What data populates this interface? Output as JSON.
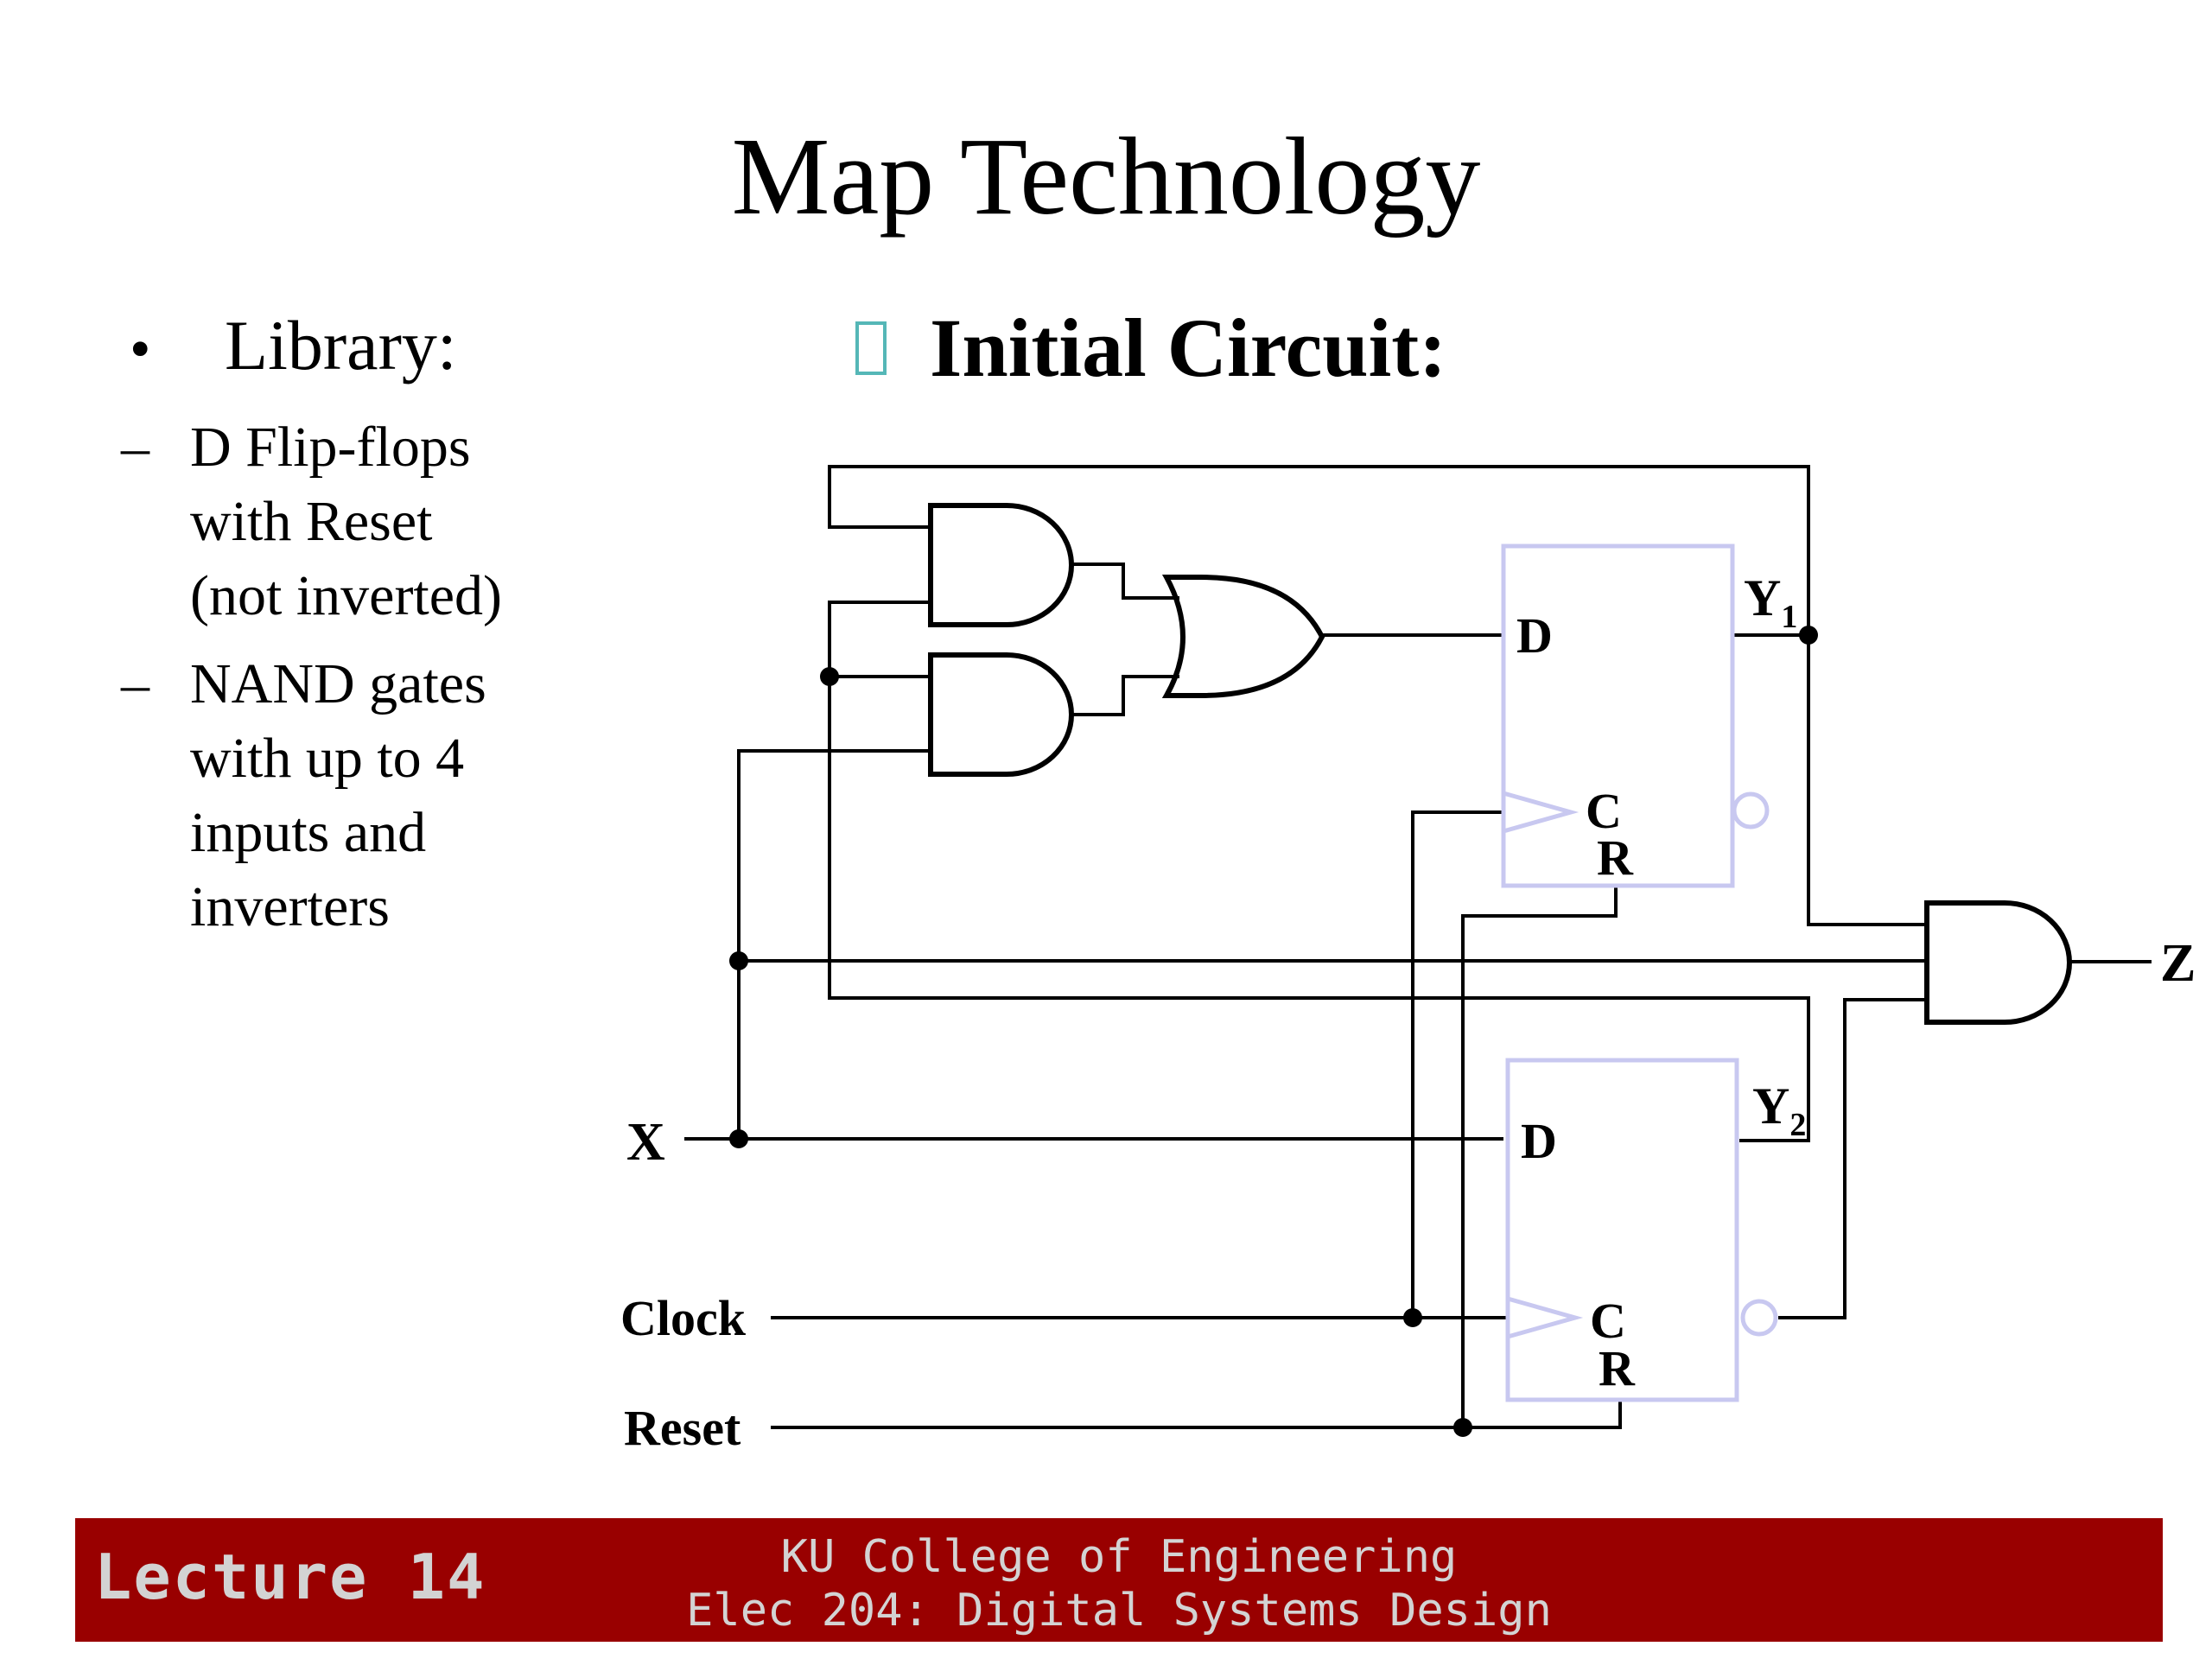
{
  "slide": {
    "title": "Map Technology",
    "library": {
      "heading": "Library:",
      "items": [
        "D Flip-flops\nwith Reset\n(not inverted)",
        "NAND gates\nwith up to 4\ninputs and\ninverters"
      ]
    },
    "circuit": {
      "heading": "Initial Circuit:",
      "labels": {
        "x": "X",
        "clock": "Clock",
        "reset": "Reset",
        "z": "Z",
        "ff1_d": "D",
        "ff1_c": "C",
        "ff1_r": "R",
        "ff1_q": "Y",
        "ff1_q_sub": "1",
        "ff2_d": "D",
        "ff2_c": "C",
        "ff2_r": "R",
        "ff2_q": "Y",
        "ff2_q_sub": "2"
      }
    }
  },
  "footer": {
    "lecture": "Lecture 14",
    "line1": "KU College of Engineering",
    "line2": "Elec 204: Digital Systems Design"
  },
  "colors": {
    "footer_bg": "#990000",
    "footer_text": "#d3d3d3",
    "flipflop": "#c8c8f0",
    "checkbox": "#55b7b7"
  }
}
